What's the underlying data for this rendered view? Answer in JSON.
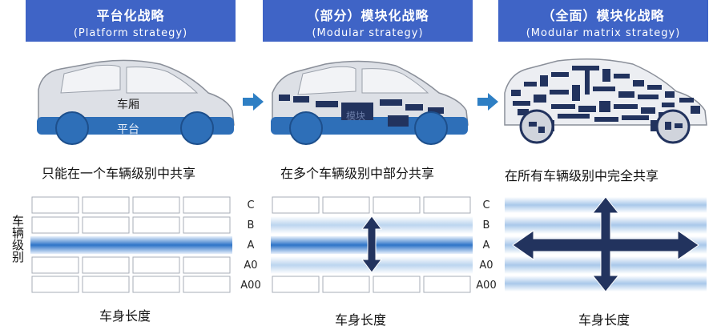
{
  "panels": [
    {
      "title_cn": "平台化战略",
      "title_en": "(Platform strategy)",
      "caption": "只能在一个车辆级别中共享",
      "car_body_label": "车厢",
      "car_platform_label": "平台",
      "xaxis_label": "车身长度"
    },
    {
      "title_cn": "（部分）模块化战略",
      "title_en": "(Modular strategy)",
      "caption": "在多个车辆级别中部分共享",
      "module_label": "模块",
      "xaxis_label": "车身长度"
    },
    {
      "title_cn": "（全面）模块化战略",
      "title_en": "(Modular matrix strategy)",
      "caption": "在所有车辆级别中完全共享",
      "xaxis_label": "车身长度"
    }
  ],
  "vehicle_classes": [
    "C",
    "B",
    "A",
    "A0",
    "A00"
  ],
  "yaxis_label": "车辆级别",
  "colors": {
    "header_bg": "#3f64c6",
    "accent_blue": "#2e6fb8",
    "arrow": "#2a3f73",
    "car_body": "#dde0e6"
  }
}
